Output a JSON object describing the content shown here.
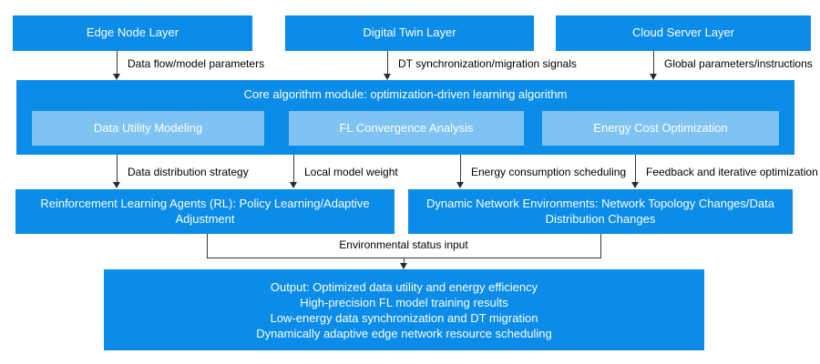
{
  "palette": {
    "box_blue": "#0a8ce8",
    "box_light_blue": "#7ec3f1",
    "box_text": "#ffffff",
    "label_text": "#000000",
    "line_color": "#383838",
    "background": "#ffffff"
  },
  "top_layers": [
    {
      "label": "Edge Node Layer",
      "arrow_label": "Data flow/model parameters"
    },
    {
      "label": "Digital Twin Layer",
      "arrow_label": "DT synchronization/migration signals"
    },
    {
      "label": "Cloud Server Layer",
      "arrow_label": "Global parameters/instructions"
    }
  ],
  "core_module": {
    "title": "Core algorithm module: optimization-driven learning algorithm",
    "sub_modules": [
      {
        "label": "Data Utility Modeling"
      },
      {
        "label": "FL Convergence Analysis"
      },
      {
        "label": "Energy Cost Optimization"
      }
    ]
  },
  "mid_arrows": [
    {
      "label": "Data distribution strategy"
    },
    {
      "label": "Local model weight"
    },
    {
      "label": "Energy consumption scheduling"
    },
    {
      "label": "Feedback and iterative optimization"
    }
  ],
  "agents_box": {
    "label": "Reinforcement Learning Agents (RL): Policy Learning/Adaptive Adjustment"
  },
  "environment_box": {
    "label": "Dynamic Network Environments: Network Topology Changes/Data Distribution Changes"
  },
  "env_status_arrow": {
    "label": "Environmental status input"
  },
  "output_box": {
    "lines": [
      "Output: Optimized data utility and energy efficiency",
      "High-precision FL model training results",
      "Low-energy data synchronization and DT migration",
      "Dynamically adaptive edge network resource scheduling"
    ]
  }
}
